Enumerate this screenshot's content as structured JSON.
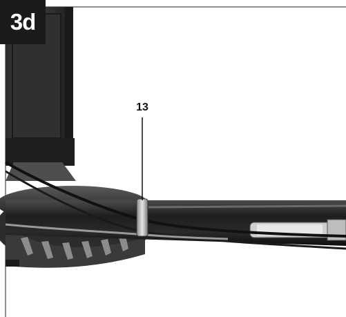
{
  "figure": {
    "label": "3d",
    "callout": "13",
    "label_bg": "#1a1a1a",
    "label_fg": "#ffffff",
    "photo_tone": "grayscale"
  }
}
